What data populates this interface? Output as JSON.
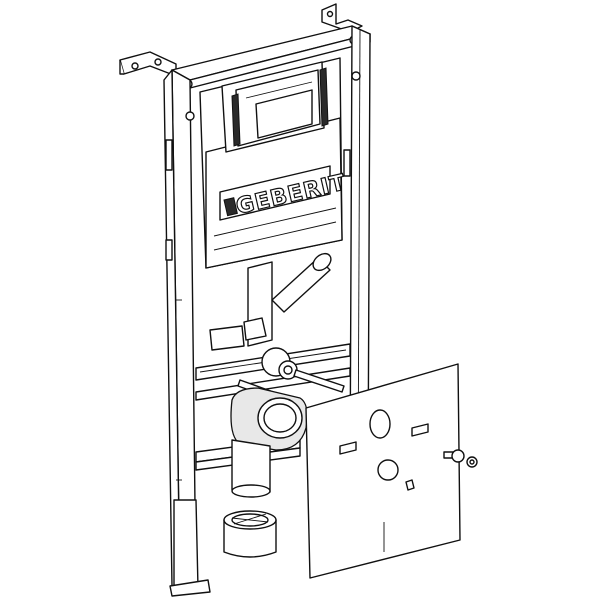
{
  "diagram": {
    "brand_label": "GEBERIT",
    "components": [
      "mounting-frame",
      "cistern",
      "flush-actuator-cutout",
      "drain-bend",
      "supply-pipe",
      "pipe-connector",
      "protective-plug",
      "soundproofing-mat",
      "fixing-bolt-set"
    ]
  }
}
